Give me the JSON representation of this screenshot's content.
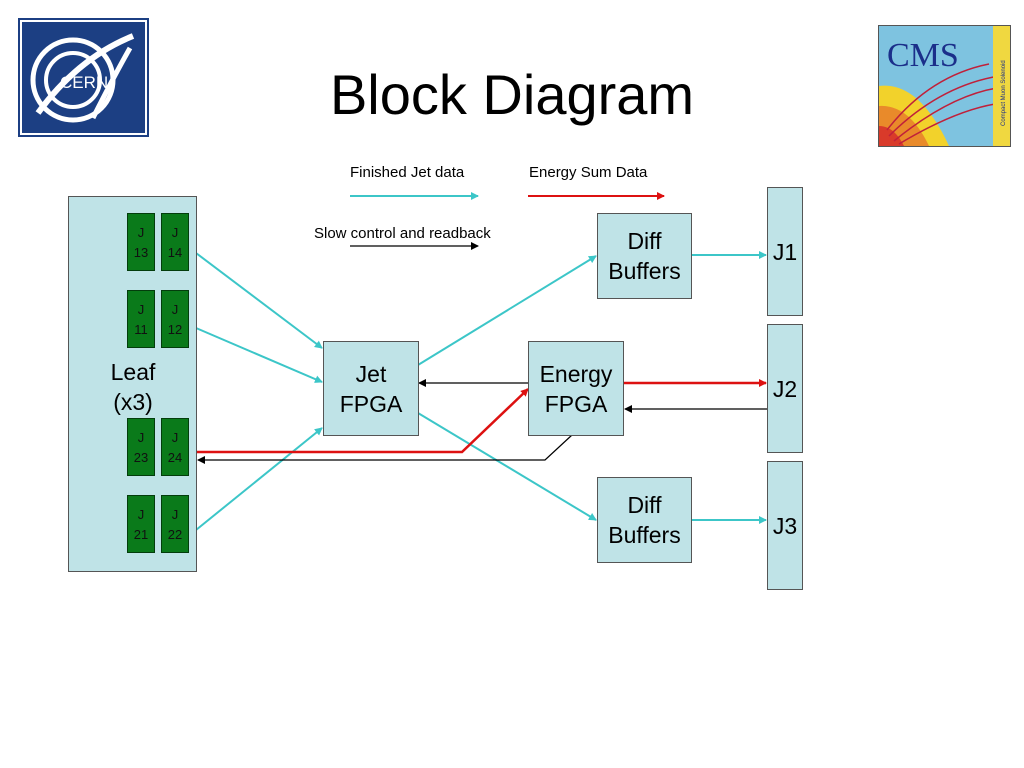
{
  "title": "Block Diagram",
  "logos": {
    "cern": {
      "text": "CERN",
      "icon": "cern-logo-icon"
    },
    "cms": {
      "text": "CMS",
      "subtext": "Compact Muon Solenoid",
      "icon": "cms-logo-icon"
    }
  },
  "legend": {
    "finished_jet": "Finished Jet data",
    "energy_sum": "Energy Sum Data",
    "slow_control": "Slow control and readback"
  },
  "colors": {
    "jet_data": "#3cc6c8",
    "energy_data": "#dd1111",
    "control": "#000000",
    "box_fill": "#bfe3e7",
    "connector_fill": "#0a7a1a"
  },
  "leaf": {
    "line1": "Leaf",
    "line2": "(x3)"
  },
  "connectors": [
    {
      "l1": "J",
      "l2": "13"
    },
    {
      "l1": "J",
      "l2": "14"
    },
    {
      "l1": "J",
      "l2": "11"
    },
    {
      "l1": "J",
      "l2": "12"
    },
    {
      "l1": "J",
      "l2": "23"
    },
    {
      "l1": "J",
      "l2": "24"
    },
    {
      "l1": "J",
      "l2": "21"
    },
    {
      "l1": "J",
      "l2": "22"
    }
  ],
  "jet_fpga": {
    "line1": "Jet",
    "line2": "FPGA"
  },
  "energy_fpga": {
    "line1": "Energy",
    "line2": "FPGA"
  },
  "diff_buffers_top": {
    "line1": "Diff",
    "line2": "Buffers"
  },
  "diff_buffers_bottom": {
    "line1": "Diff",
    "line2": "Buffers"
  },
  "outputs": {
    "j1": "J1",
    "j2": "J2",
    "j3": "J3"
  }
}
